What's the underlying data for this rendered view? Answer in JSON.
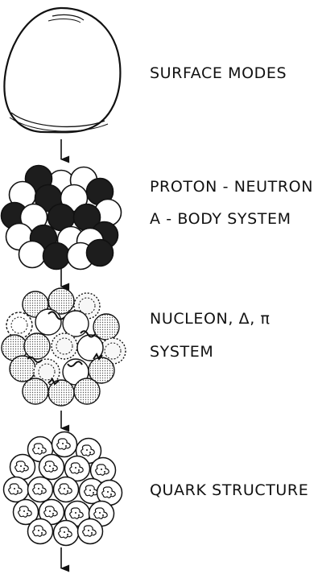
{
  "stages": [
    {
      "id": "surface",
      "lines": [
        "SURFACE MODES"
      ]
    },
    {
      "id": "pn",
      "lines": [
        "PROTON - NEUTRON",
        "A - BODY SYSTEM"
      ]
    },
    {
      "id": "ndp",
      "lines": [
        "NUCLEON, Δ, π",
        "SYSTEM"
      ]
    },
    {
      "id": "quark",
      "lines": [
        "QUARK STRUCTURE"
      ]
    }
  ]
}
